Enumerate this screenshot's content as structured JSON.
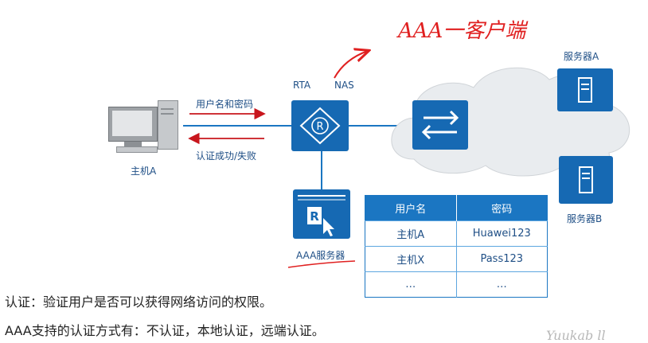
{
  "nodes": {
    "host_a": "主机A",
    "server_a": "服务器A",
    "server_b": "服务器B",
    "router": "RTA",
    "nas": "NAS",
    "aaa_server": "AAA服务器"
  },
  "arrows": {
    "request": "用户名和密码",
    "response": "认证成功/失败"
  },
  "annotation": "AAA一客户端",
  "table": {
    "headers": [
      "用户名",
      "密码"
    ],
    "rows": [
      [
        "主机A",
        "Huawei123"
      ],
      [
        "主机X",
        "Pass123"
      ],
      [
        "…",
        "…"
      ]
    ]
  },
  "notes": {
    "line1": "认证：验证用户是否可以获得网络访问的权限。",
    "line2": "AAA支持的认证方式有：不认证，本地认证，远端认证。"
  },
  "watermark": "Yuukab ll",
  "colors": {
    "device_blue": "#1669b3",
    "table_blue": "#1b76c2",
    "annotation_red": "#e02020"
  }
}
